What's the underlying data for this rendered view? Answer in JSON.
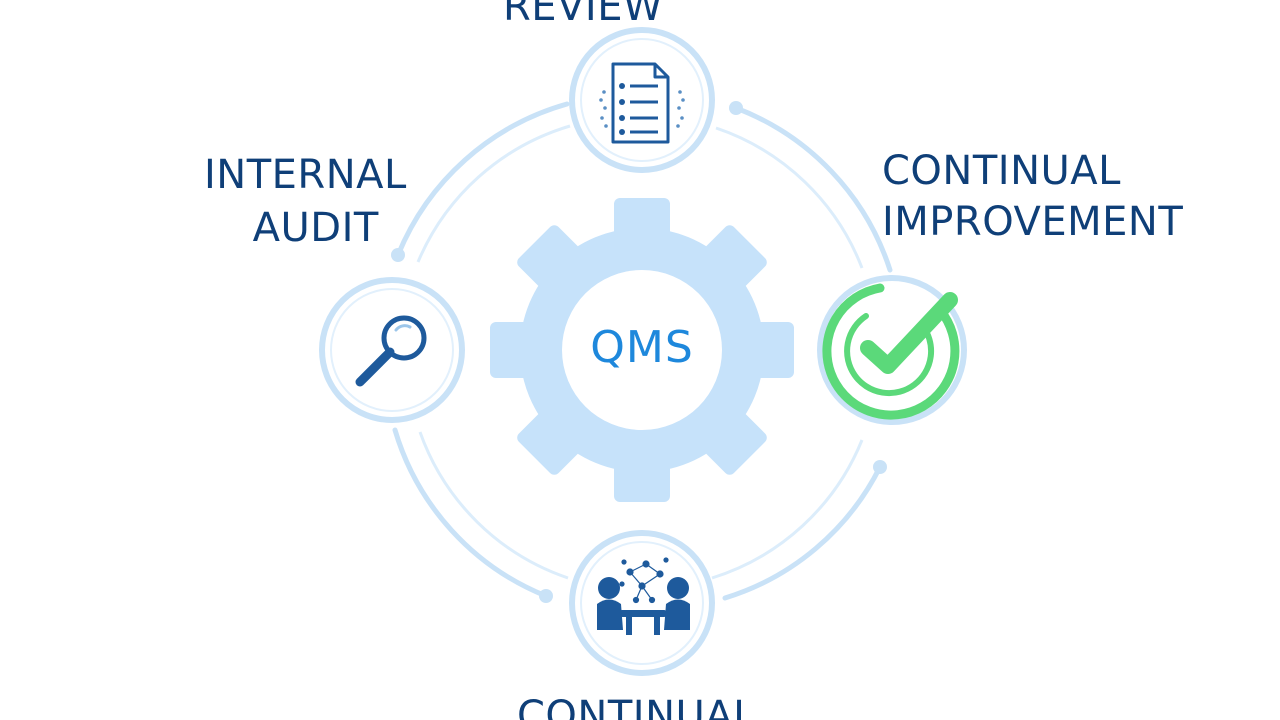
{
  "center": {
    "label": "QMS"
  },
  "nodes": [
    {
      "id": "review",
      "lines": [
        "REVIEW"
      ],
      "icon": "checklist-document-icon"
    },
    {
      "id": "internal-audit",
      "lines": [
        "INTERNAL",
        "AUDIT"
      ],
      "icon": "magnifier-icon"
    },
    {
      "id": "continual-improvement",
      "lines": [
        "CONTINUAL",
        "IMPROVEMENT"
      ],
      "icon": "checkmark-circle-icon"
    },
    {
      "id": "continual-bottom",
      "lines": [
        "CONTINUAL"
      ],
      "icon": "team-meeting-icon"
    }
  ],
  "colors": {
    "text": "#0f3f78",
    "ring": "#c9e2f7",
    "gear": "#c6e2fa",
    "icon": "#1e5a9c",
    "check": "#5bd97a",
    "qms": "#1e88dc"
  }
}
